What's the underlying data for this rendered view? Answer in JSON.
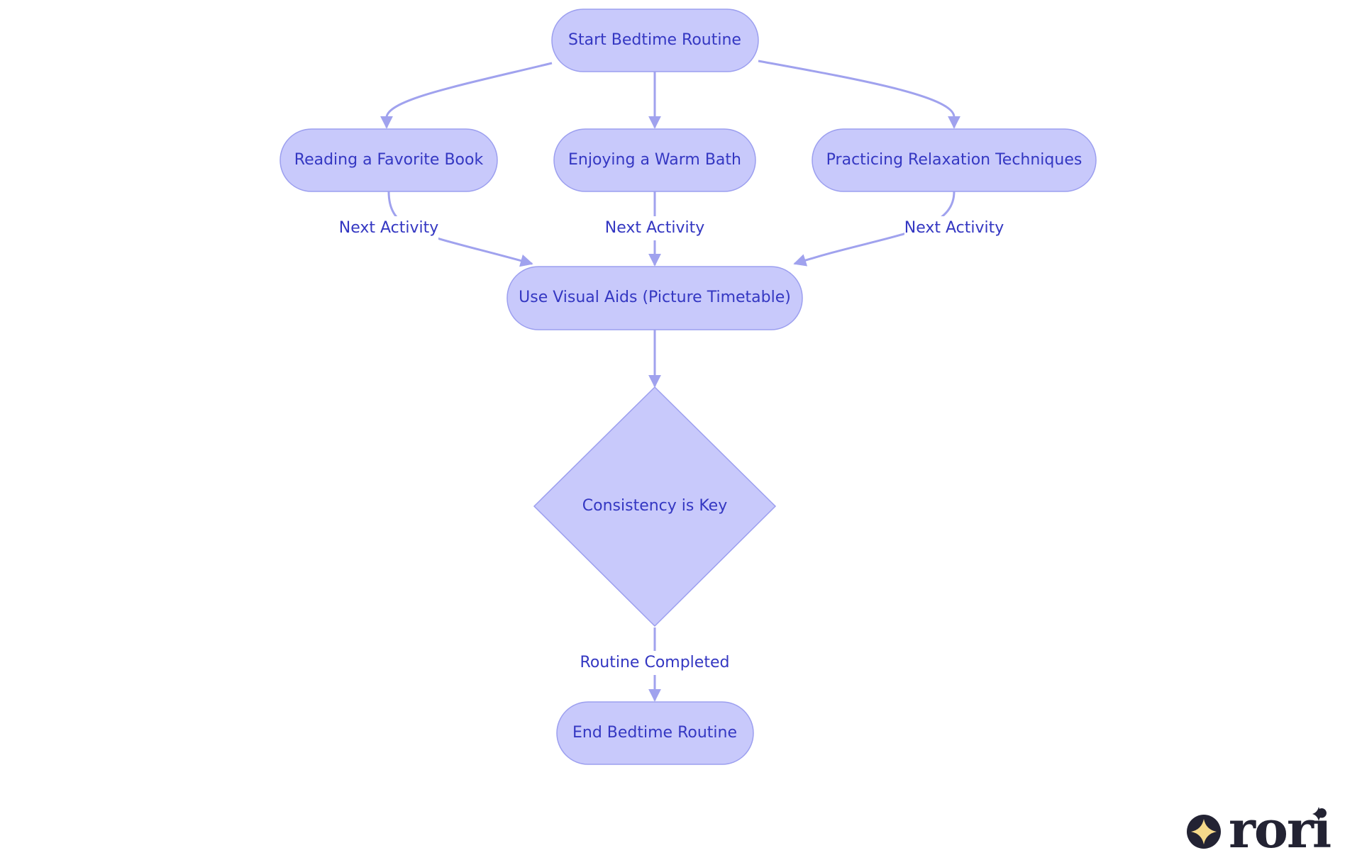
{
  "diagram": {
    "nodes": {
      "start": "Start Bedtime Routine",
      "reading": "Reading a Favorite Book",
      "bath": "Enjoying a Warm Bath",
      "relax": "Practicing Relaxation Techniques",
      "visual": "Use Visual Aids (Picture Timetable)",
      "consistency": "Consistency is Key",
      "end": "End Bedtime Routine"
    },
    "edge_labels": {
      "reading_to_visual": "Next Activity",
      "bath_to_visual": "Next Activity",
      "relax_to_visual": "Next Activity",
      "consistency_to_end": "Routine Completed"
    }
  },
  "logo": {
    "text": "rori",
    "icon": "star-icon"
  },
  "colors": {
    "node_fill": "#c8c9fb",
    "node_stroke": "#9c9fef",
    "text": "#3437c2",
    "edge": "#a0a2ee",
    "logo_dark": "#232333",
    "logo_star": "#f5d98a"
  }
}
